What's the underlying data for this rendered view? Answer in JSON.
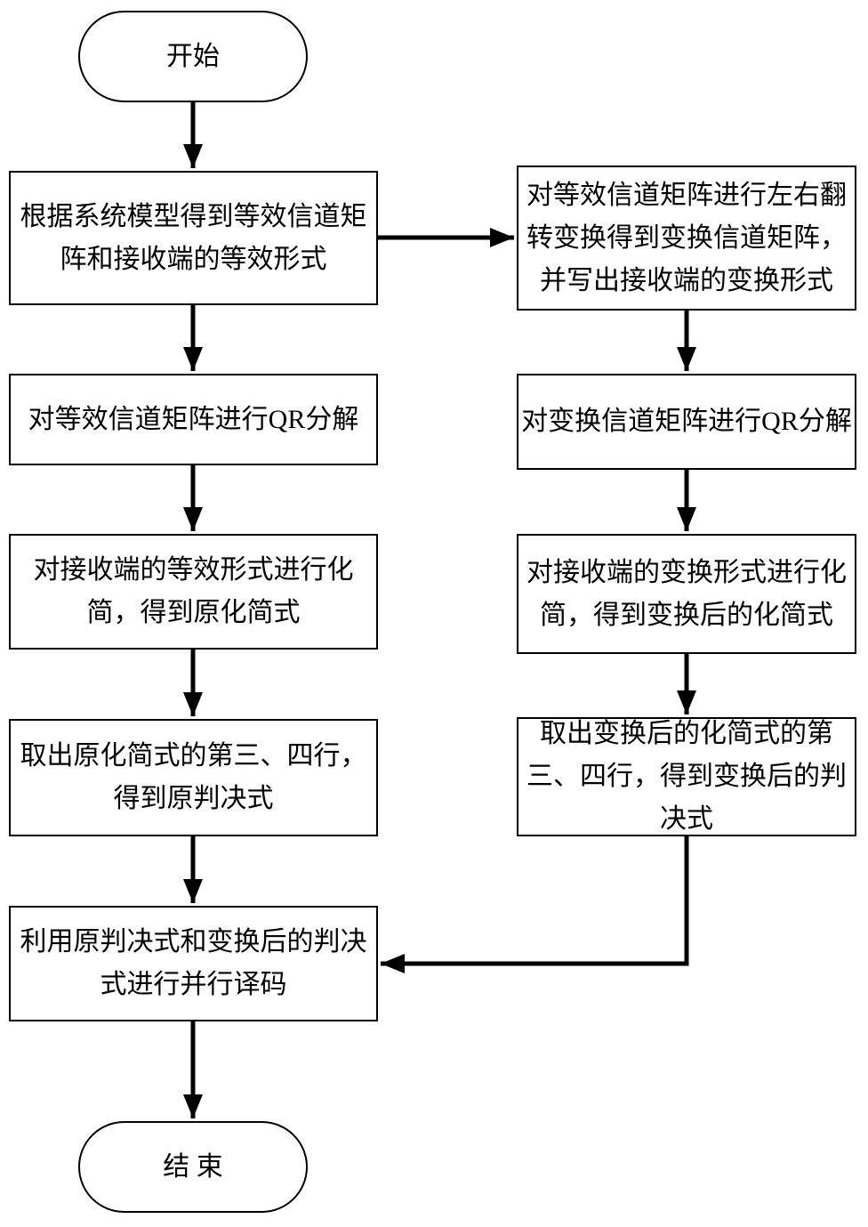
{
  "diagram": {
    "type": "flowchart",
    "background_color": "#ffffff",
    "stroke_color": "#000000",
    "node_fill_color": "#ffffff",
    "nodes": {
      "start": {
        "label": "开始",
        "shape": "terminator"
      },
      "step1": {
        "label": "根据系统模型得到等效信道矩阵和接收端的等效形式",
        "shape": "process"
      },
      "step2": {
        "label": "对等效信道矩阵进行QR分解",
        "shape": "process"
      },
      "step3": {
        "label": "对接收端的等效形式进行化简，得到原化简式",
        "shape": "process"
      },
      "step4": {
        "label": "取出原化简式的第三、四行，得到原判决式",
        "shape": "process"
      },
      "step5": {
        "label": "利用原判决式和变换后的判决式进行并行译码",
        "shape": "process"
      },
      "alt1": {
        "label": "对等效信道矩阵进行左右翻转变换得到变换信道矩阵，并写出接收端的变换形式",
        "shape": "process"
      },
      "alt2": {
        "label": "对变换信道矩阵进行QR分解",
        "shape": "process"
      },
      "alt3": {
        "label": "对接收端的变换形式进行化简，得到变换后的化简式",
        "shape": "process"
      },
      "alt4": {
        "label": "取出变换后的化简式的第三、四行，得到变换后的判决式",
        "shape": "process"
      },
      "end": {
        "label": "结 束",
        "shape": "terminator"
      }
    },
    "edges": [
      {
        "from": "start",
        "to": "step1"
      },
      {
        "from": "step1",
        "to": "step2"
      },
      {
        "from": "step1",
        "to": "alt1"
      },
      {
        "from": "step2",
        "to": "step3"
      },
      {
        "from": "step3",
        "to": "step4"
      },
      {
        "from": "step4",
        "to": "step5"
      },
      {
        "from": "alt1",
        "to": "alt2"
      },
      {
        "from": "alt2",
        "to": "alt3"
      },
      {
        "from": "alt3",
        "to": "alt4"
      },
      {
        "from": "alt4",
        "to": "step5"
      },
      {
        "from": "step5",
        "to": "end"
      }
    ]
  }
}
